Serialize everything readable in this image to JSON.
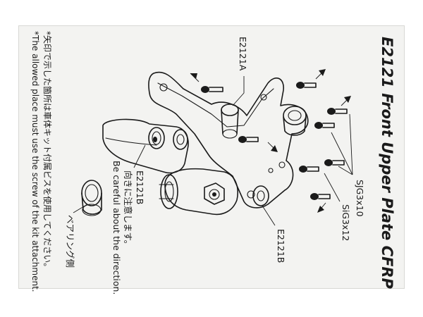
{
  "title": "E2121 Front Upper Plate CFRP",
  "notes": {
    "jp": "*矢印で示した箇所は車体キット付属ビスを使用してください。",
    "en": "*The allowed place must use the screw of the kit attachment."
  },
  "labels": {
    "e2121a": "E2121A",
    "e2121b_top": "E2121B",
    "e2121b_bottom": "E2121B",
    "direction_jp": "向きに注意します。",
    "direction_en": "Be careful about the direction.",
    "bearing_side": "ベアリング側",
    "sjg3x10": "SJG3x10",
    "sig3x12": "SiG3x12"
  },
  "colors": {
    "ink": "#1a1a1a",
    "paper": "#f3f3f1",
    "background": "#ffffff"
  }
}
